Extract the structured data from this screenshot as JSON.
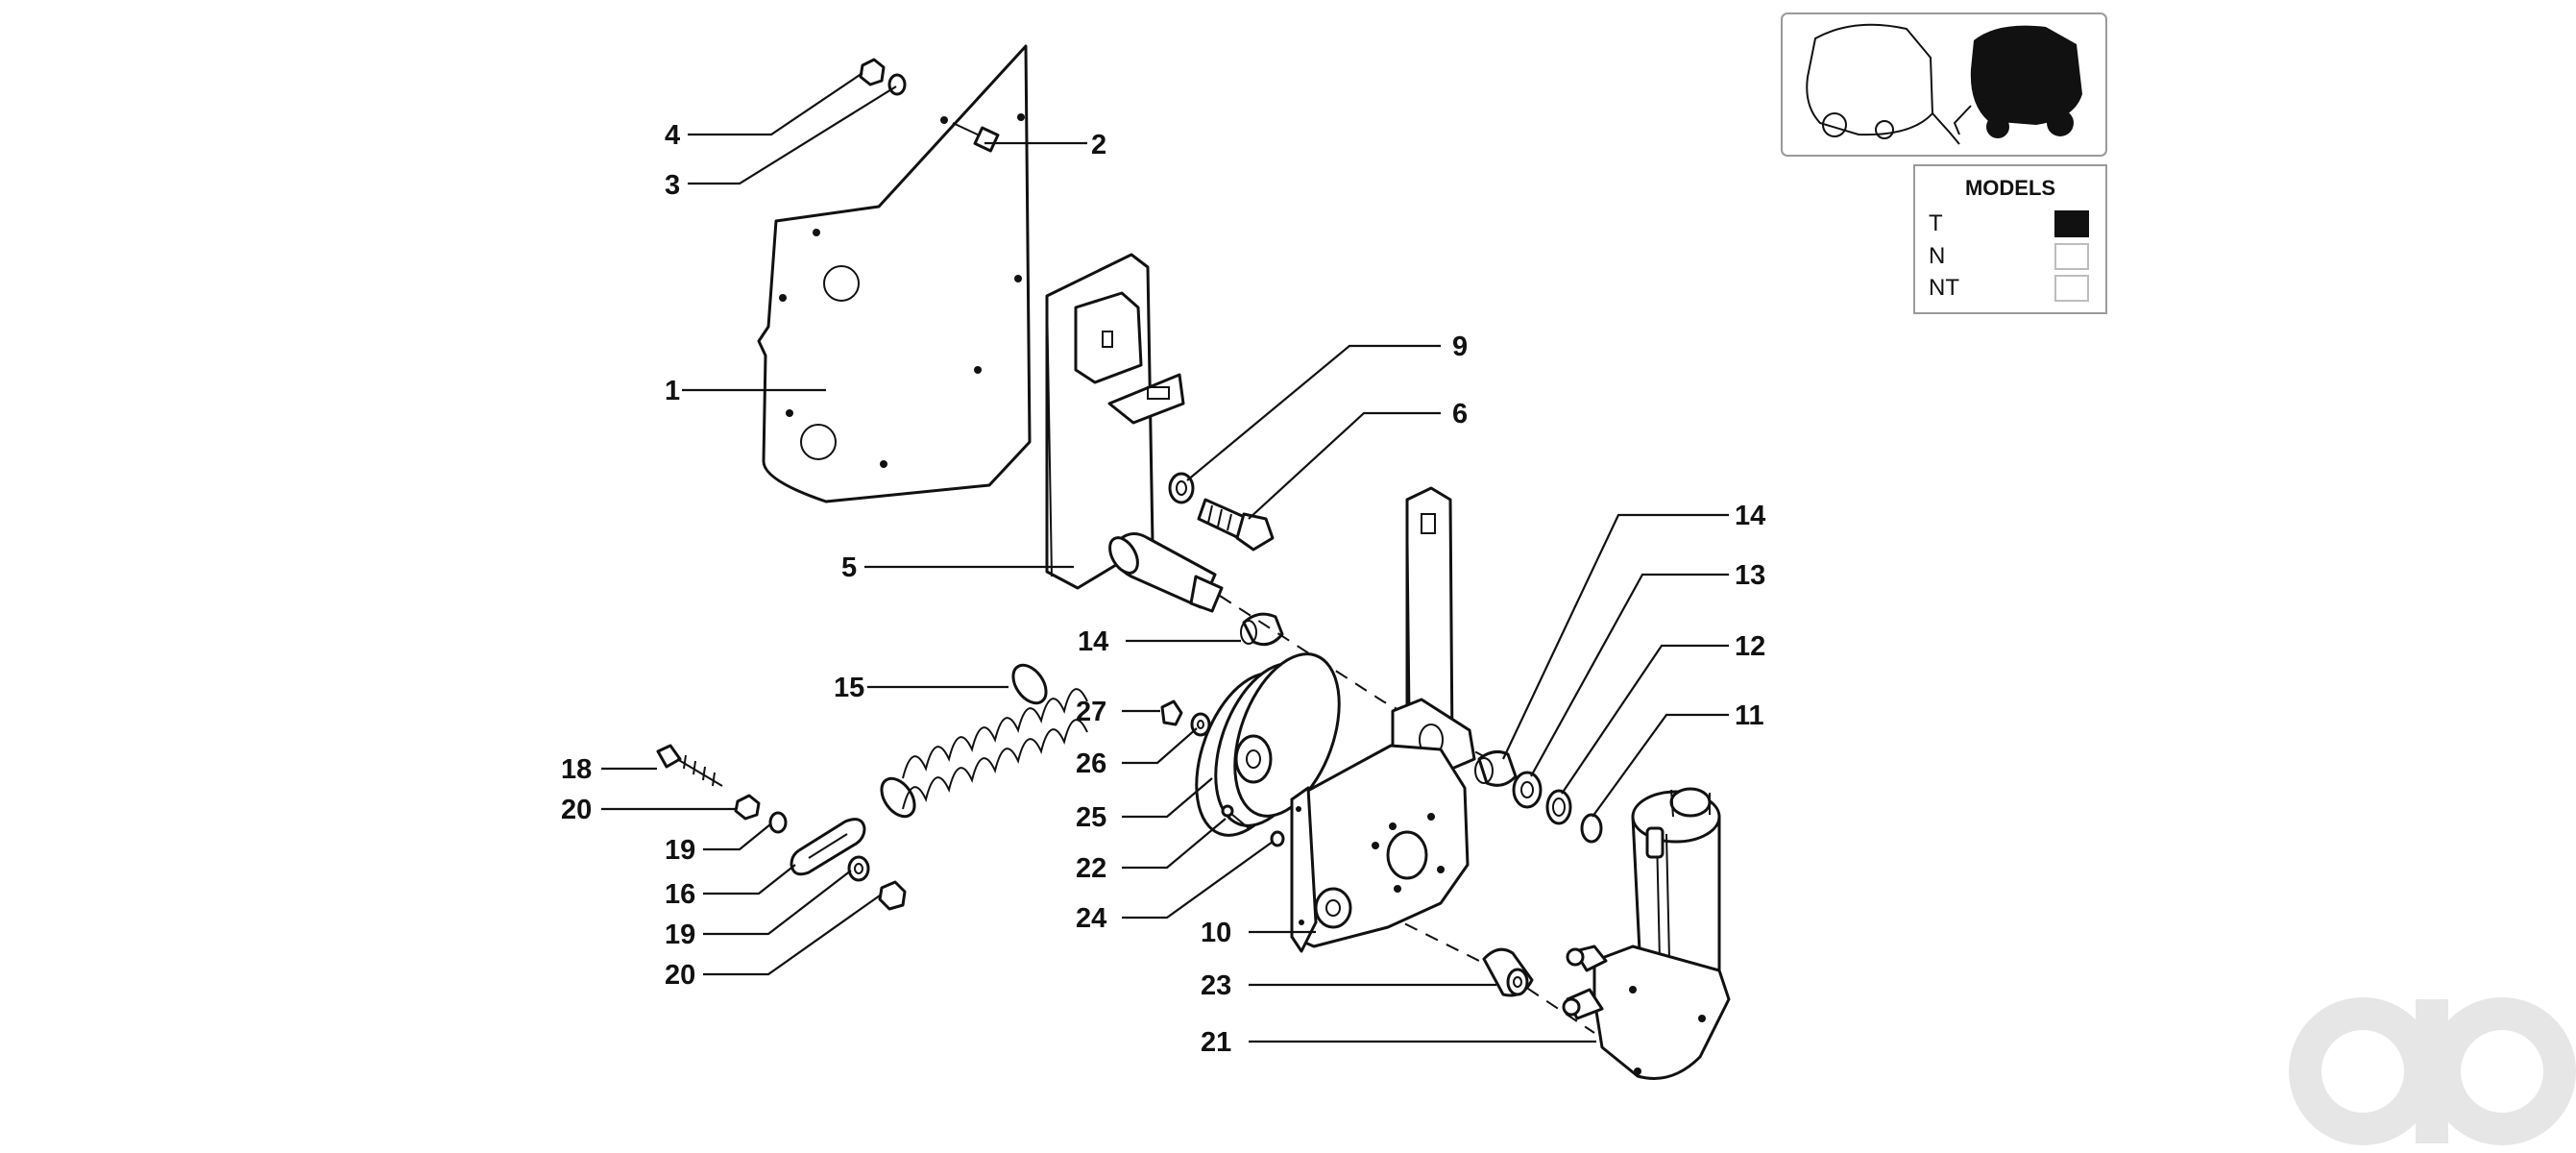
{
  "callouts": [
    {
      "id": "c1",
      "label": "1"
    },
    {
      "id": "c2",
      "label": "2"
    },
    {
      "id": "c3",
      "label": "3"
    },
    {
      "id": "c4",
      "label": "4"
    },
    {
      "id": "c5",
      "label": "5"
    },
    {
      "id": "c6",
      "label": "6"
    },
    {
      "id": "c9",
      "label": "9"
    },
    {
      "id": "c10",
      "label": "10"
    },
    {
      "id": "c11",
      "label": "11"
    },
    {
      "id": "c12",
      "label": "12"
    },
    {
      "id": "c13",
      "label": "13"
    },
    {
      "id": "c14a",
      "label": "14"
    },
    {
      "id": "c14b",
      "label": "14"
    },
    {
      "id": "c15",
      "label": "15"
    },
    {
      "id": "c16",
      "label": "16"
    },
    {
      "id": "c18",
      "label": "18"
    },
    {
      "id": "c19a",
      "label": "19"
    },
    {
      "id": "c19b",
      "label": "19"
    },
    {
      "id": "c20a",
      "label": "20"
    },
    {
      "id": "c20b",
      "label": "20"
    },
    {
      "id": "c21",
      "label": "21"
    },
    {
      "id": "c22",
      "label": "22"
    },
    {
      "id": "c23",
      "label": "23"
    },
    {
      "id": "c24",
      "label": "24"
    },
    {
      "id": "c25",
      "label": "25"
    },
    {
      "id": "c26",
      "label": "26"
    },
    {
      "id": "c27",
      "label": "27"
    }
  ],
  "models": {
    "title": "MODELS",
    "rows": [
      {
        "label": "T",
        "selected": true
      },
      {
        "label": "N",
        "selected": false
      },
      {
        "label": "NT",
        "selected": false
      }
    ]
  },
  "colors": {
    "ink": "#111111",
    "watermark": "#e6e6e6",
    "panel_border": "#bdbdbd"
  },
  "icons": {
    "thumbnail": "baler-thumbnail-icon",
    "watermark": "ao-watermark-logo"
  }
}
